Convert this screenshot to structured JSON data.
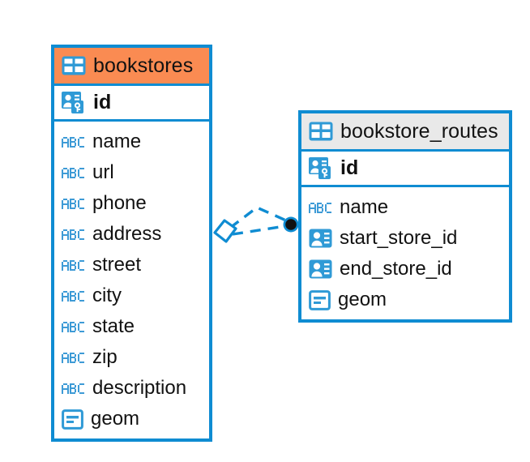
{
  "diagram": {
    "type": "entity-relationship-diagram",
    "background": "#ffffff",
    "accent_color": "#0f8cd2",
    "header_orange": "#fa8b52",
    "header_gray": "#e9e9e9"
  },
  "tables": [
    {
      "name": "bookstores",
      "header_icon": "table-icon",
      "header_style": "orange",
      "primary_key": {
        "label": "id",
        "icon": "primary-key-icon"
      },
      "fields": [
        {
          "label": "name",
          "icon": "text-type-icon"
        },
        {
          "label": "url",
          "icon": "text-type-icon"
        },
        {
          "label": "phone",
          "icon": "text-type-icon"
        },
        {
          "label": "address",
          "icon": "text-type-icon"
        },
        {
          "label": "street",
          "icon": "text-type-icon"
        },
        {
          "label": "city",
          "icon": "text-type-icon"
        },
        {
          "label": "state",
          "icon": "text-type-icon"
        },
        {
          "label": "zip",
          "icon": "text-type-icon"
        },
        {
          "label": "description",
          "icon": "text-type-icon"
        },
        {
          "label": "geom",
          "icon": "geometry-type-icon"
        }
      ]
    },
    {
      "name": "bookstore_routes",
      "header_icon": "table-icon",
      "header_style": "gray",
      "primary_key": {
        "label": "id",
        "icon": "primary-key-icon"
      },
      "fields": [
        {
          "label": "name",
          "icon": "text-type-icon"
        },
        {
          "label": "start_store_id",
          "icon": "foreign-key-icon"
        },
        {
          "label": "end_store_id",
          "icon": "foreign-key-icon"
        },
        {
          "label": "geom",
          "icon": "geometry-type-icon"
        }
      ]
    }
  ],
  "relationship": {
    "name": "bookstores-to-bookstore-routes-relationship",
    "line_style": "dashed",
    "line_color": "#0f8cd2",
    "source_marker": "diamond-marker",
    "target_marker": "circle-marker"
  }
}
